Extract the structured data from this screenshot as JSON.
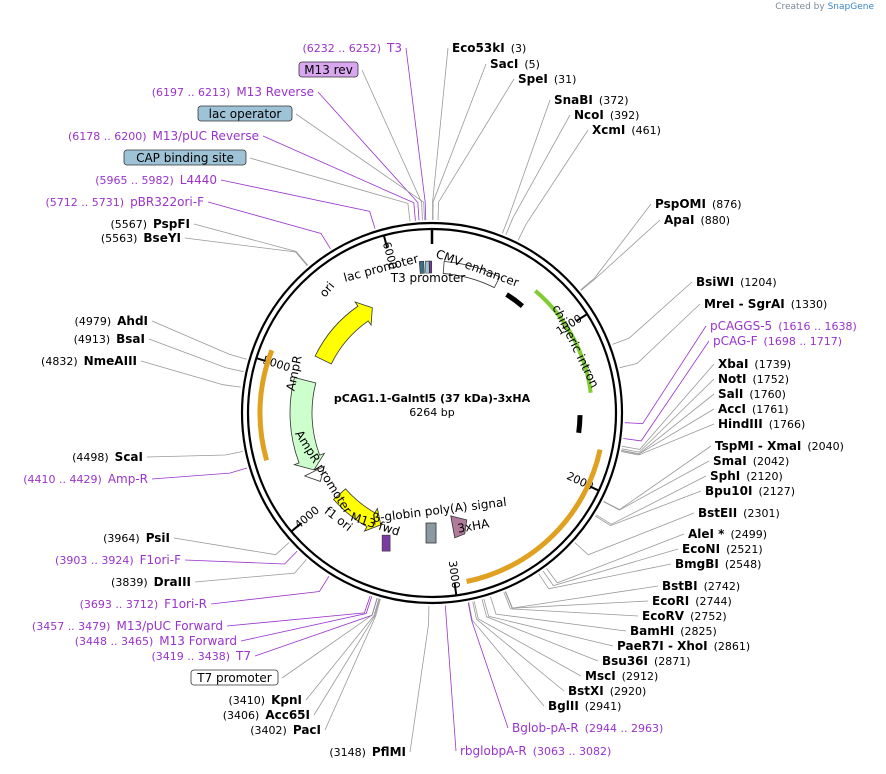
{
  "branding": {
    "created_by": "Created by",
    "product": "SnapGene"
  },
  "plasmid": {
    "name": "pCAG1.1-Galntl5 (37 kDa)-3xHA",
    "length_label": "6264 bp",
    "length": 6264
  },
  "ring_ticks": [
    "1000",
    "2000",
    "3000",
    "4000",
    "5000",
    "6000"
  ],
  "colors": {
    "enzyme": "#000000",
    "primer": "#9933cc",
    "leader": "#999999",
    "ori": "#ffff00",
    "ampR": "#ccffcc",
    "chimeric_intron": "#80cc33",
    "orf_arc": "#e0a020",
    "lac_operator": "#9ec3d6",
    "cap_site": "#9ec3d6",
    "m13rev_box": "#d9a6f0",
    "polyA": "#b07a9a"
  },
  "features": [
    {
      "label": "ori"
    },
    {
      "label": "lac promoter"
    },
    {
      "label": "T3 promoter"
    },
    {
      "label": "CMV enhancer"
    },
    {
      "label": "chimeric intron"
    },
    {
      "label": "AmpR"
    },
    {
      "label": "AmpR promoter"
    },
    {
      "label": "f1 ori"
    },
    {
      "label": "M13 fwd"
    },
    {
      "label": "β-globin poly(A) signal"
    },
    {
      "label": "3xHA"
    }
  ],
  "right_labels": [
    {
      "name": "Eco53kI",
      "pos": "(3)"
    },
    {
      "name": "SacI",
      "pos": "(5)"
    },
    {
      "name": "SpeI",
      "pos": "(31)"
    },
    {
      "name": "SnaBI",
      "pos": "(372)"
    },
    {
      "name": "NcoI",
      "pos": "(392)"
    },
    {
      "name": "XcmI",
      "pos": "(461)"
    },
    {
      "name": "PspOMI",
      "pos": "(876)"
    },
    {
      "name": "ApaI",
      "pos": "(880)"
    },
    {
      "name": "BsiWI",
      "pos": "(1204)"
    },
    {
      "name": "MreI - SgrAI",
      "pos": "(1330)"
    },
    {
      "name": "pCAGGS-5",
      "pos": "(1616 .. 1638)",
      "primer": true
    },
    {
      "name": "pCAG-F",
      "pos": "(1698 .. 1717)",
      "primer": true
    },
    {
      "name": "XbaI",
      "pos": "(1739)"
    },
    {
      "name": "NotI",
      "pos": "(1752)"
    },
    {
      "name": "SalI",
      "pos": "(1760)"
    },
    {
      "name": "AccI",
      "pos": "(1761)"
    },
    {
      "name": "HindIII",
      "pos": "(1766)"
    },
    {
      "name": "TspMI - XmaI",
      "pos": "(2040)"
    },
    {
      "name": "SmaI",
      "pos": "(2042)"
    },
    {
      "name": "SphI",
      "pos": "(2120)"
    },
    {
      "name": "Bpu10I",
      "pos": "(2127)"
    },
    {
      "name": "BstEII",
      "pos": "(2301)"
    },
    {
      "name": "AleI *",
      "pos": "(2499)"
    },
    {
      "name": "EcoNI",
      "pos": "(2521)"
    },
    {
      "name": "BmgBI",
      "pos": "(2548)"
    },
    {
      "name": "BstBI",
      "pos": "(2742)"
    },
    {
      "name": "EcoRI",
      "pos": "(2744)"
    },
    {
      "name": "EcoRV",
      "pos": "(2752)"
    },
    {
      "name": "BamHI",
      "pos": "(2825)"
    },
    {
      "name": "PaeR7I - XhoI",
      "pos": "(2861)"
    },
    {
      "name": "Bsu36I",
      "pos": "(2871)"
    },
    {
      "name": "MscI",
      "pos": "(2912)"
    },
    {
      "name": "BstXI",
      "pos": "(2920)"
    },
    {
      "name": "BglII",
      "pos": "(2941)"
    },
    {
      "name": "Bglob-pA-R",
      "pos": "(2944 .. 2963)",
      "primer": true
    },
    {
      "name": "rbglobpA-R",
      "pos": "(3063 .. 3082)",
      "primer": true
    }
  ],
  "left_labels": [
    {
      "name": "T3",
      "pos": "(6232 .. 6252)",
      "primer": true
    },
    {
      "name": "M13 rev",
      "box": true
    },
    {
      "name": "M13 Reverse",
      "pos": "(6197 .. 6213)",
      "primer": true
    },
    {
      "name": "lac operator",
      "box": true
    },
    {
      "name": "M13/pUC Reverse",
      "pos": "(6178 .. 6200)",
      "primer": true
    },
    {
      "name": "CAP binding site",
      "box": true
    },
    {
      "name": "L4440",
      "pos": "(5965 .. 5982)",
      "primer": true
    },
    {
      "name": "pBR322ori-F",
      "pos": "(5712 .. 5731)",
      "primer": true
    },
    {
      "name": "PspFI",
      "pos": "(5567)"
    },
    {
      "name": "BseYI",
      "pos": "(5563)"
    },
    {
      "name": "AhdI",
      "pos": "(4979)"
    },
    {
      "name": "BsaI",
      "pos": "(4913)"
    },
    {
      "name": "NmeAIII",
      "pos": "(4832)"
    },
    {
      "name": "ScaI",
      "pos": "(4498)"
    },
    {
      "name": "Amp-R",
      "pos": "(4410 .. 4429)",
      "primer": true
    },
    {
      "name": "PsiI",
      "pos": "(3964)"
    },
    {
      "name": "F1ori-F",
      "pos": "(3903 .. 3924)",
      "primer": true
    },
    {
      "name": "DraIII",
      "pos": "(3839)"
    },
    {
      "name": "F1ori-R",
      "pos": "(3693 .. 3712)",
      "primer": true
    },
    {
      "name": "M13/pUC Forward",
      "pos": "(3457 .. 3479)",
      "primer": true
    },
    {
      "name": "M13 Forward",
      "pos": "(3448 .. 3465)",
      "primer": true
    },
    {
      "name": "T7",
      "pos": "(3419 .. 3438)",
      "primer": true
    },
    {
      "name": "T7 promoter",
      "box": true
    },
    {
      "name": "KpnI",
      "pos": "(3410)"
    },
    {
      "name": "Acc65I",
      "pos": "(3406)"
    },
    {
      "name": "PacI",
      "pos": "(3402)"
    },
    {
      "name": "PflMI",
      "pos": "(3148)"
    }
  ]
}
